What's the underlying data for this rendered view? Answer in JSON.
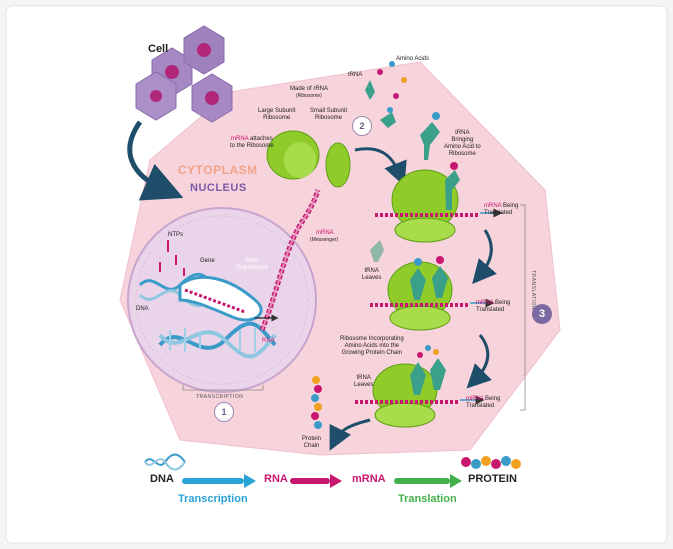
{
  "labels": {
    "cell": "Cell",
    "amino_acids": "Amino Acids",
    "trna": "tRNA",
    "made_of_rrna": "Made of rRNA",
    "ribosome_paren": "(Ribosome)",
    "large_subunit": "Large Subunit\nRibosome",
    "small_subunit": "Small Subunit\nRibosome",
    "mrna_attaches_prefix": "mRNA",
    "mrna_attaches_rest": " attaches\nto the Ribosome",
    "trna_bringing": "tRNA\nBringing\nAmino Acid to\nRibosome",
    "cytoplasm": "CYTOPLASM",
    "nucleus": "NUCLEUS",
    "ntps": "NTPs",
    "gene": "Gene",
    "rna_polymerase": "RNA\nPolymerase",
    "dna_small": "DNA",
    "rna_small": "RNA",
    "mrna_small": "mRNA",
    "messenger": "(Messenger)",
    "mrna_prefix": "mRNA",
    "being_translated": " Being\nTranslated",
    "trna_leaves": "tRNA\nLeaves",
    "ribosome_incorporating": "Ribosome Incorporating\nAmino Acids into the\nGrowing Protein Chain",
    "protein_chain": "Protein\nChain",
    "transcription_caption": "TRANSCRIPTION",
    "translation_caption": "TRANSLATION",
    "step1": "1",
    "step2": "2",
    "step3": "3"
  },
  "legend": {
    "dna": "DNA",
    "rna": "RNA",
    "mrna": "mRNA",
    "protein": "PROTEIN",
    "transcription": "Transcription",
    "translation": "Translation"
  },
  "colors": {
    "cytoplasm": "#f7d3dc",
    "nucleus": "#e9d4ea",
    "ribosome": "#8fcc2a",
    "mrna": "#c8176f",
    "dna": "#3a9bc9",
    "trna": "#3aa08a",
    "arrow": "#1f4e6b",
    "transcription": "#2aa3d6",
    "translation": "#44b04c"
  }
}
